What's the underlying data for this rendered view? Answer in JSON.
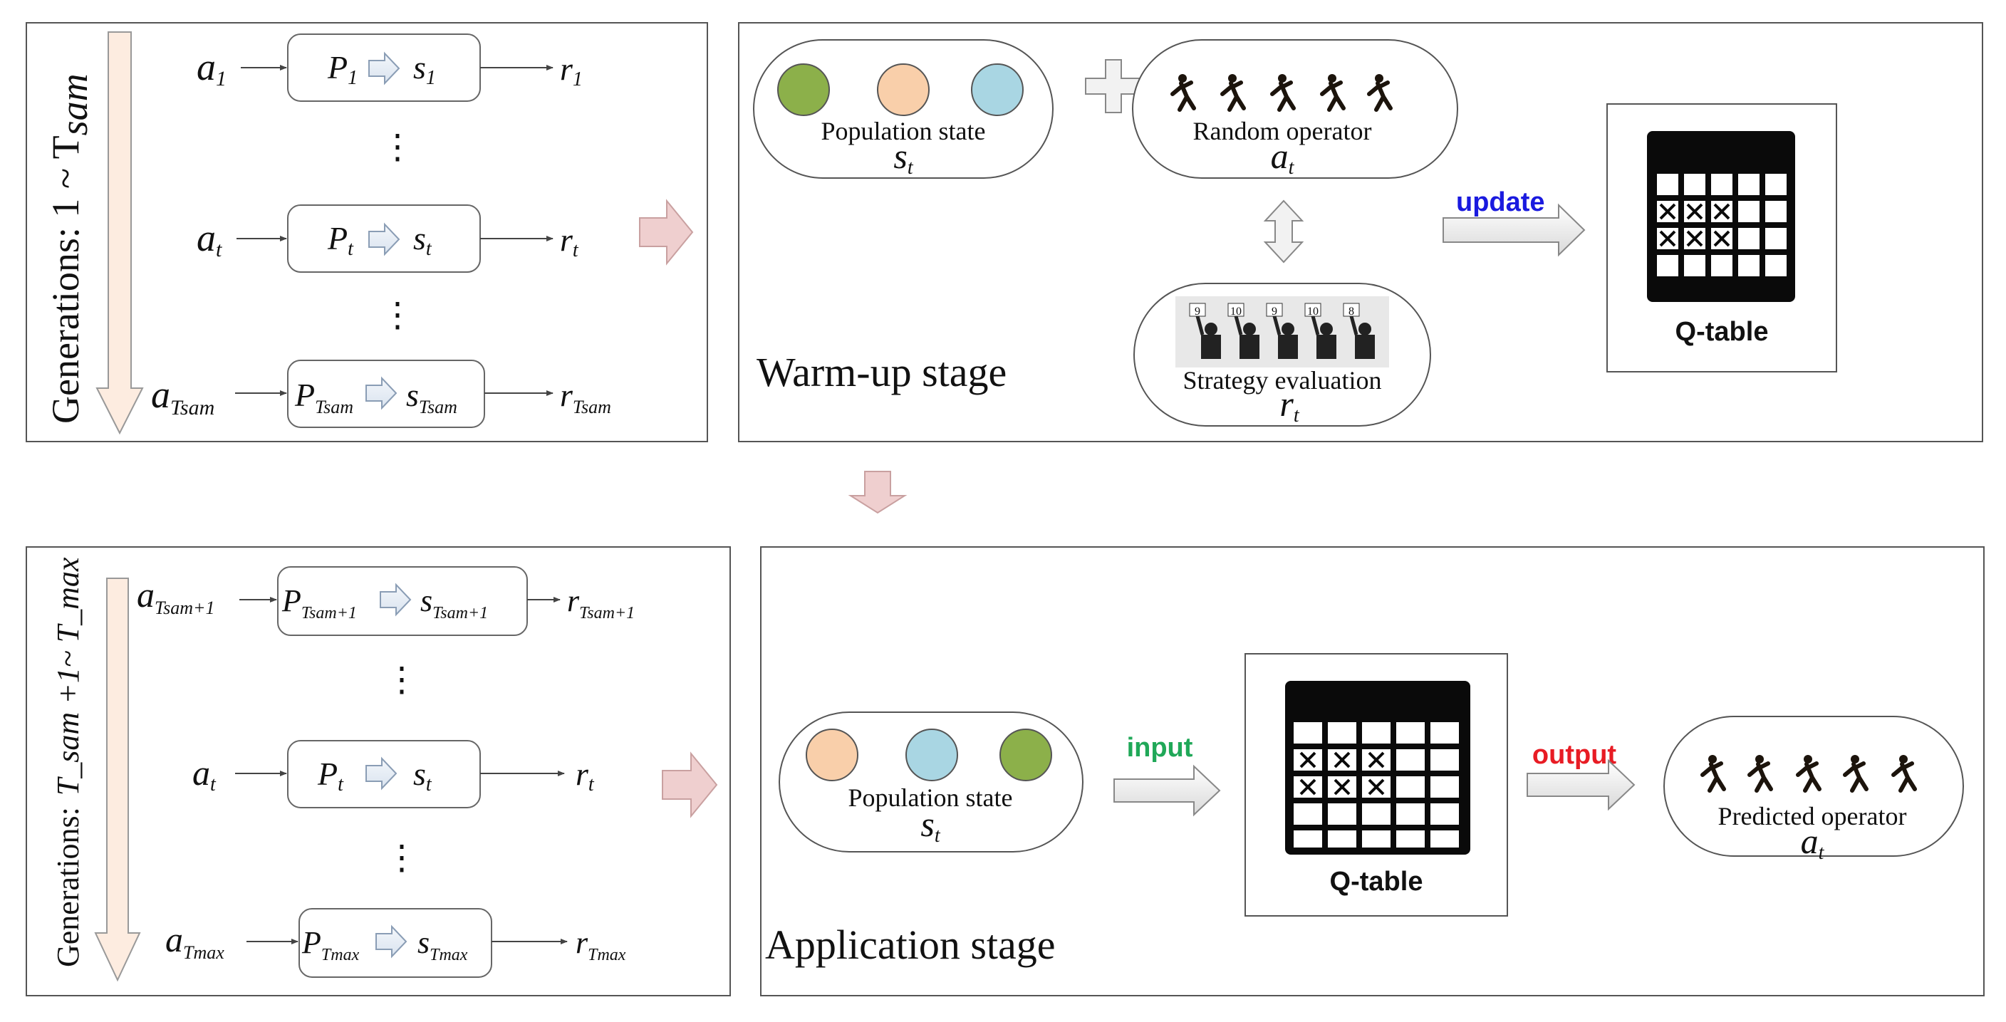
{
  "colors": {
    "green": "#8cb04a",
    "peach": "#f9cfaa",
    "blue": "#a9d6e3",
    "pink_arrow": "#efcfcf",
    "gen_arrow": "#fdece0",
    "update": "#1a1adf",
    "input": "#20a858",
    "output": "#e81c24",
    "qtable": "#0a0a0a"
  },
  "sampling": {
    "gen_label": "Generations: 1 ~ T",
    "gen_sub": "sam",
    "rows": [
      {
        "a": "a",
        "a_sub": "1",
        "P": "P",
        "P_sub": "1",
        "s": "s",
        "s_sub": "1",
        "r": "r",
        "r_sub": "1"
      },
      {
        "a": "a",
        "a_sub": "t",
        "P": "P",
        "P_sub": "t",
        "s": "s",
        "s_sub": "t",
        "r": "r",
        "r_sub": "t"
      },
      {
        "a": "a",
        "a_sub": "Tsam",
        "P": "P",
        "P_sub": "Tsam",
        "s": "s",
        "s_sub": "Tsam",
        "r": "r",
        "r_sub": "Tsam"
      }
    ]
  },
  "warmup": {
    "stage_label": "Warm-up stage",
    "population_state": "Population state",
    "population_symbol": "s",
    "population_sub": "t",
    "random_operator": "Random operator",
    "operator_symbol": "a",
    "operator_sub": "t",
    "strategy_evaluation": "Strategy evaluation",
    "reward_symbol": "r",
    "reward_sub": "t",
    "score_cards": [
      "9",
      "10",
      "9",
      "10",
      "8"
    ],
    "update_label": "update",
    "qtable_label": "Q-table"
  },
  "application_sampling": {
    "gen_label": "Generations:",
    "gen_range": "T_sam +1~ T_max",
    "rows": [
      {
        "a": "a",
        "a_sub": "Tsam+1",
        "P": "P",
        "P_sub": "Tsam+1",
        "s": "s",
        "s_sub": "Tsam+1",
        "r": "r",
        "r_sub": "Tsam+1"
      },
      {
        "a": "a",
        "a_sub": "t",
        "P": "P",
        "P_sub": "t",
        "s": "s",
        "s_sub": "t",
        "r": "r",
        "r_sub": "t"
      },
      {
        "a": "a",
        "a_sub": "Tmax",
        "P": "P",
        "P_sub": "Tmax",
        "s": "s",
        "s_sub": "Tmax",
        "r": "r",
        "r_sub": "Tmax"
      }
    ]
  },
  "application": {
    "stage_label": "Application stage",
    "population_state": "Population state",
    "population_symbol": "s",
    "population_sub": "t",
    "input_label": "input",
    "qtable_label": "Q-table",
    "output_label": "output",
    "predicted_operator": "Predicted  operator",
    "operator_symbol": "a",
    "operator_sub": "t"
  }
}
